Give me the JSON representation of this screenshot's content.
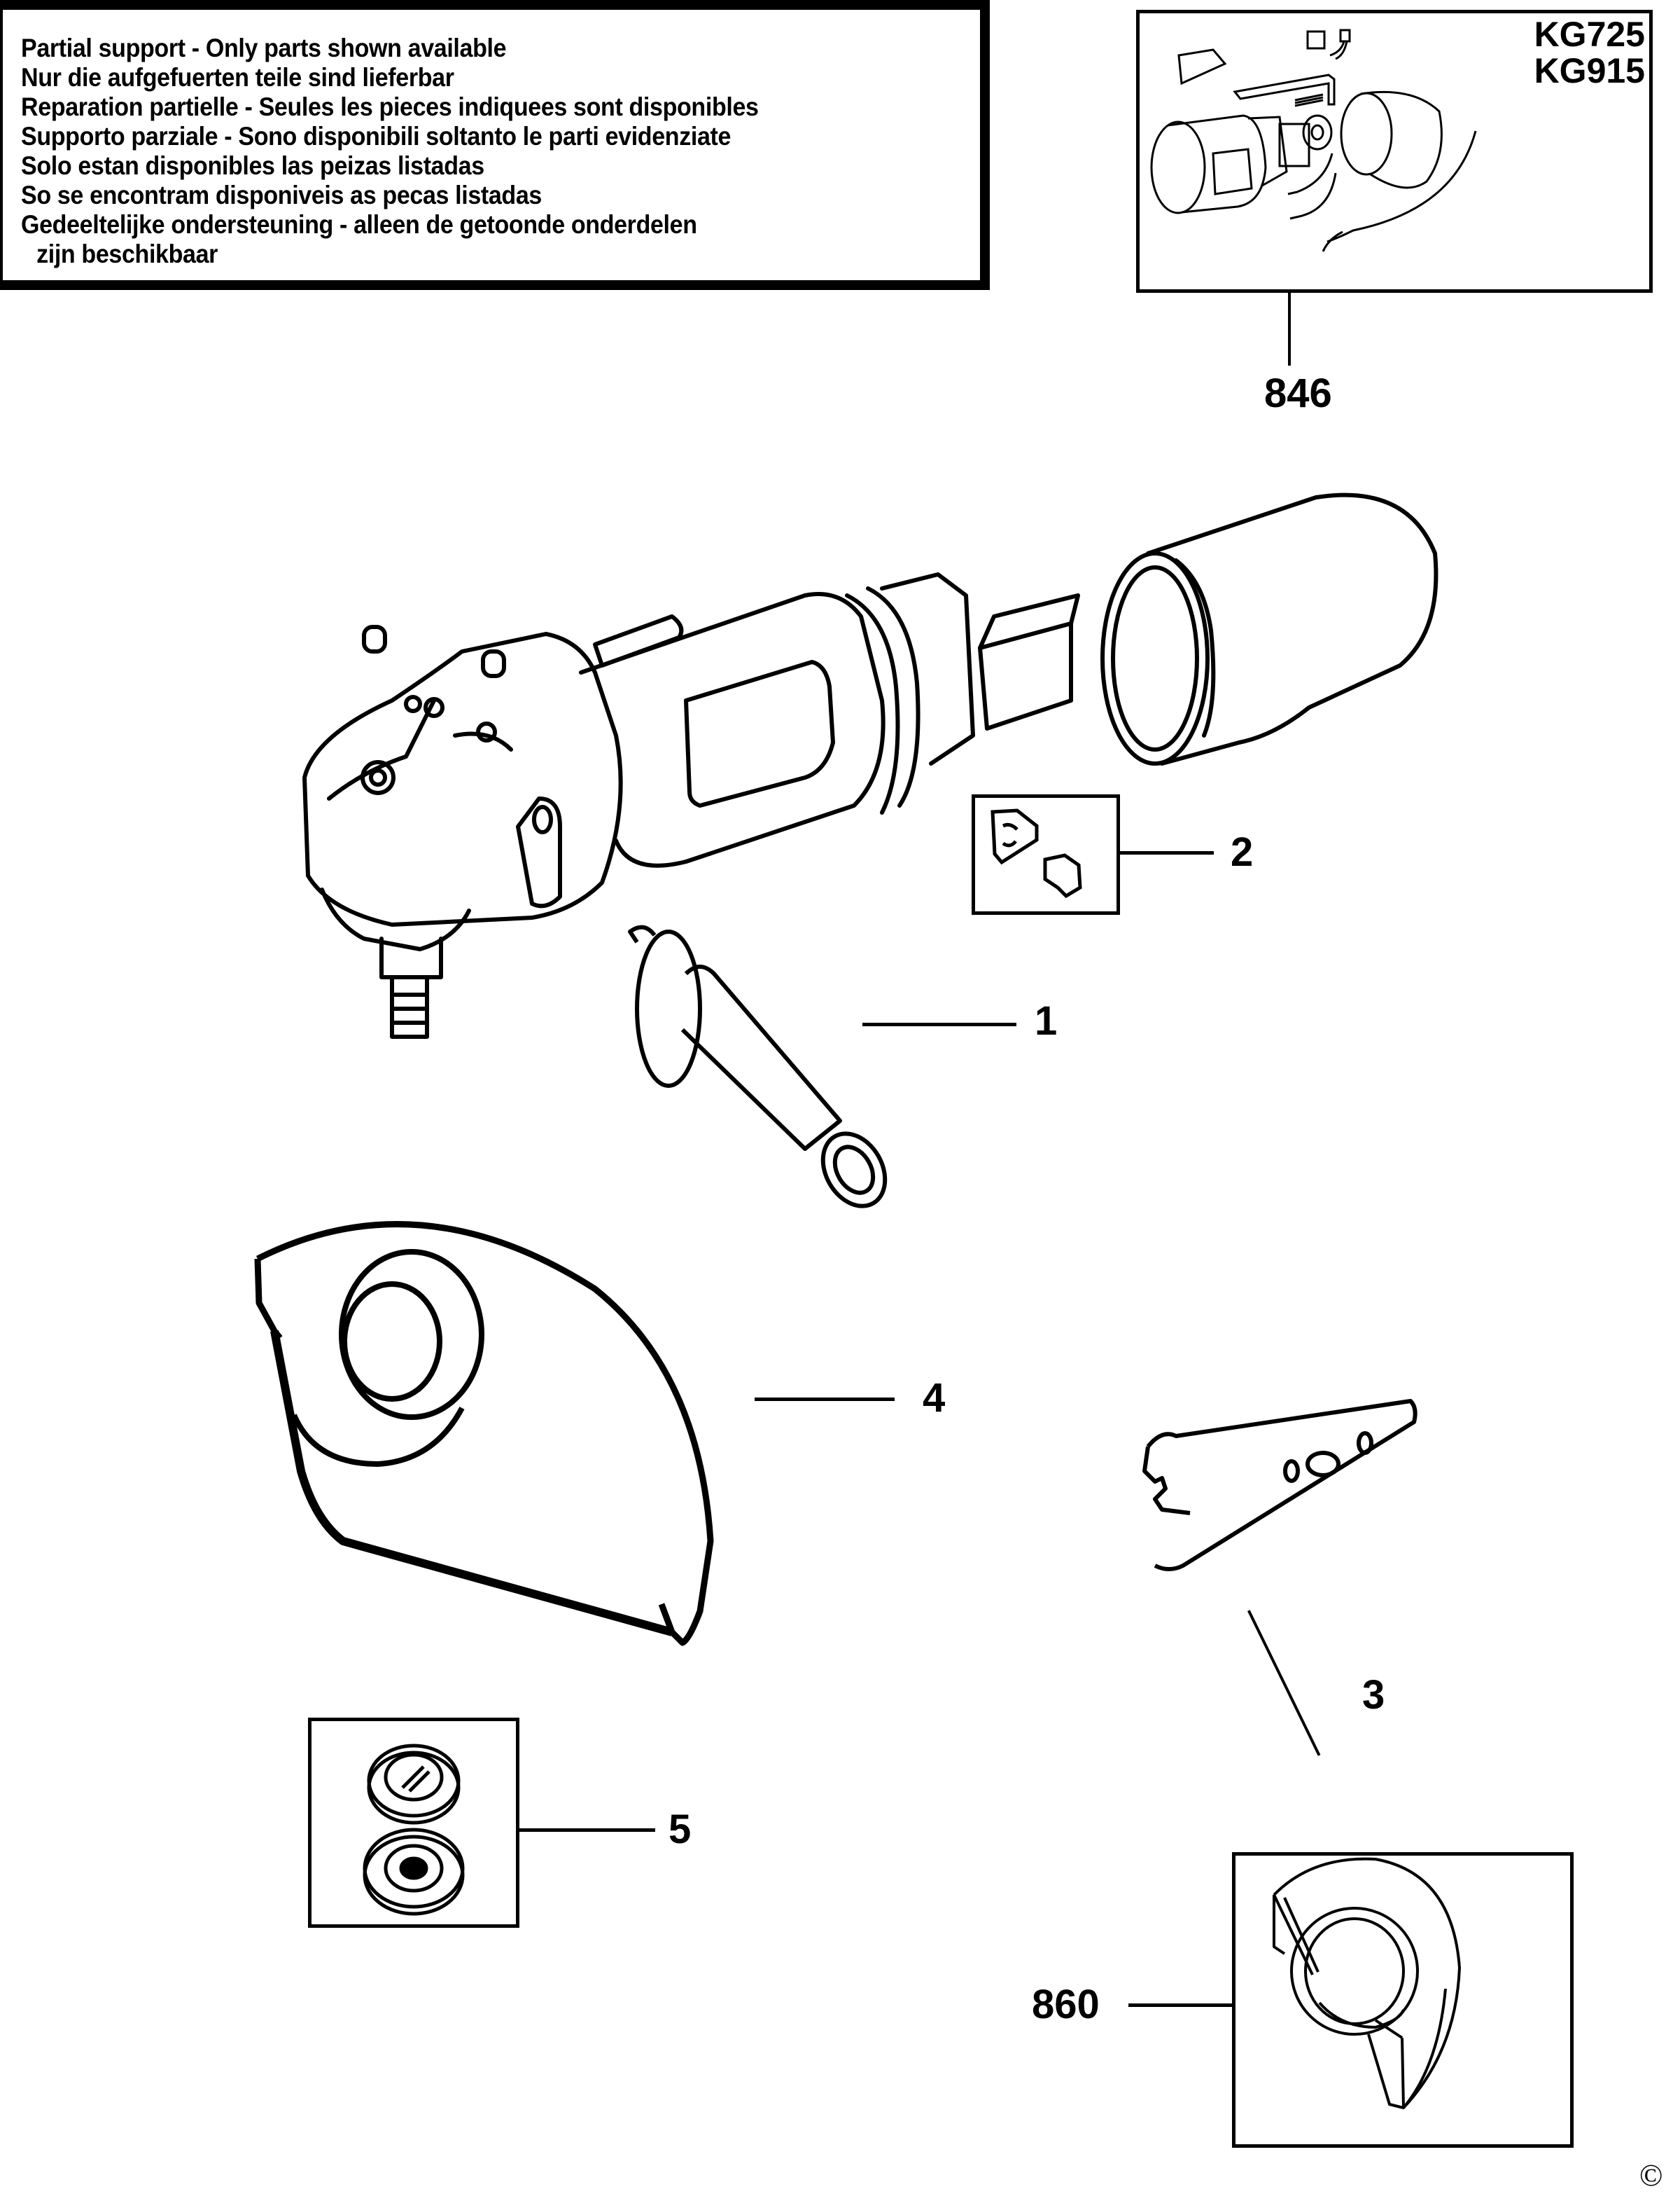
{
  "notice": {
    "lines": [
      "Partial support - Only parts shown available",
      "Nur die aufgefuerten teile sind lieferbar",
      "Reparation partielle - Seules les pieces indiquees sont disponibles",
      "Supporto parziale - Sono disponibili soltanto le parti evidenziate",
      "Solo estan disponibles las peizas listadas",
      "So se encontram disponiveis as pecas listadas",
      "Gedeeltelijke ondersteuning - alleen de getoonde onderdelen",
      "zijn beschikbaar"
    ]
  },
  "motor_kit_inset": {
    "models": [
      "KG725",
      "KG915"
    ],
    "callout": "846"
  },
  "parts": [
    {
      "callout": "1",
      "icon": "side-handle-icon"
    },
    {
      "callout": "2",
      "icon": "carbon-brushes-icon"
    },
    {
      "callout": "3",
      "icon": "spanner-icon"
    },
    {
      "callout": "4",
      "icon": "wheel-guard-icon"
    },
    {
      "callout": "5",
      "icon": "flange-nuts-icon"
    },
    {
      "callout": "860",
      "icon": "guard-assembly-icon"
    }
  ],
  "copyright_symbol": "©",
  "line_color": "#000000",
  "background_color": "#ffffff"
}
